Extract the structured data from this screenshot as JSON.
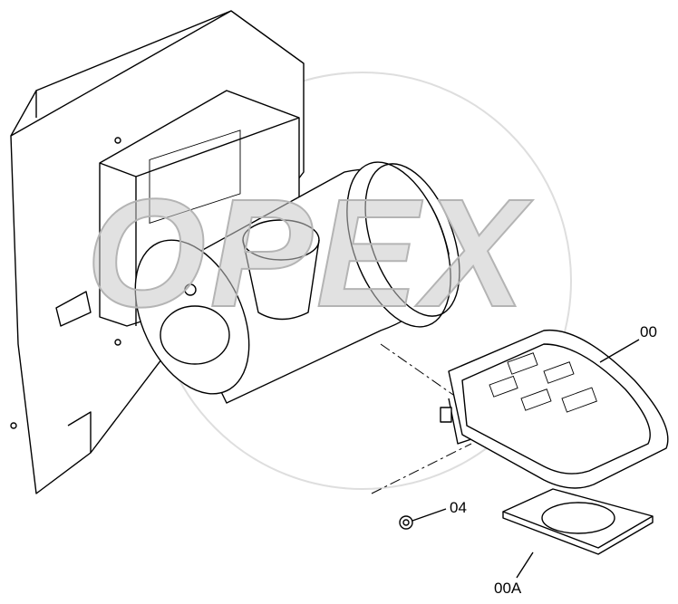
{
  "watermark": "OPEX",
  "callouts": {
    "assembly": "00",
    "bolt": "04",
    "gasket": "00A"
  }
}
